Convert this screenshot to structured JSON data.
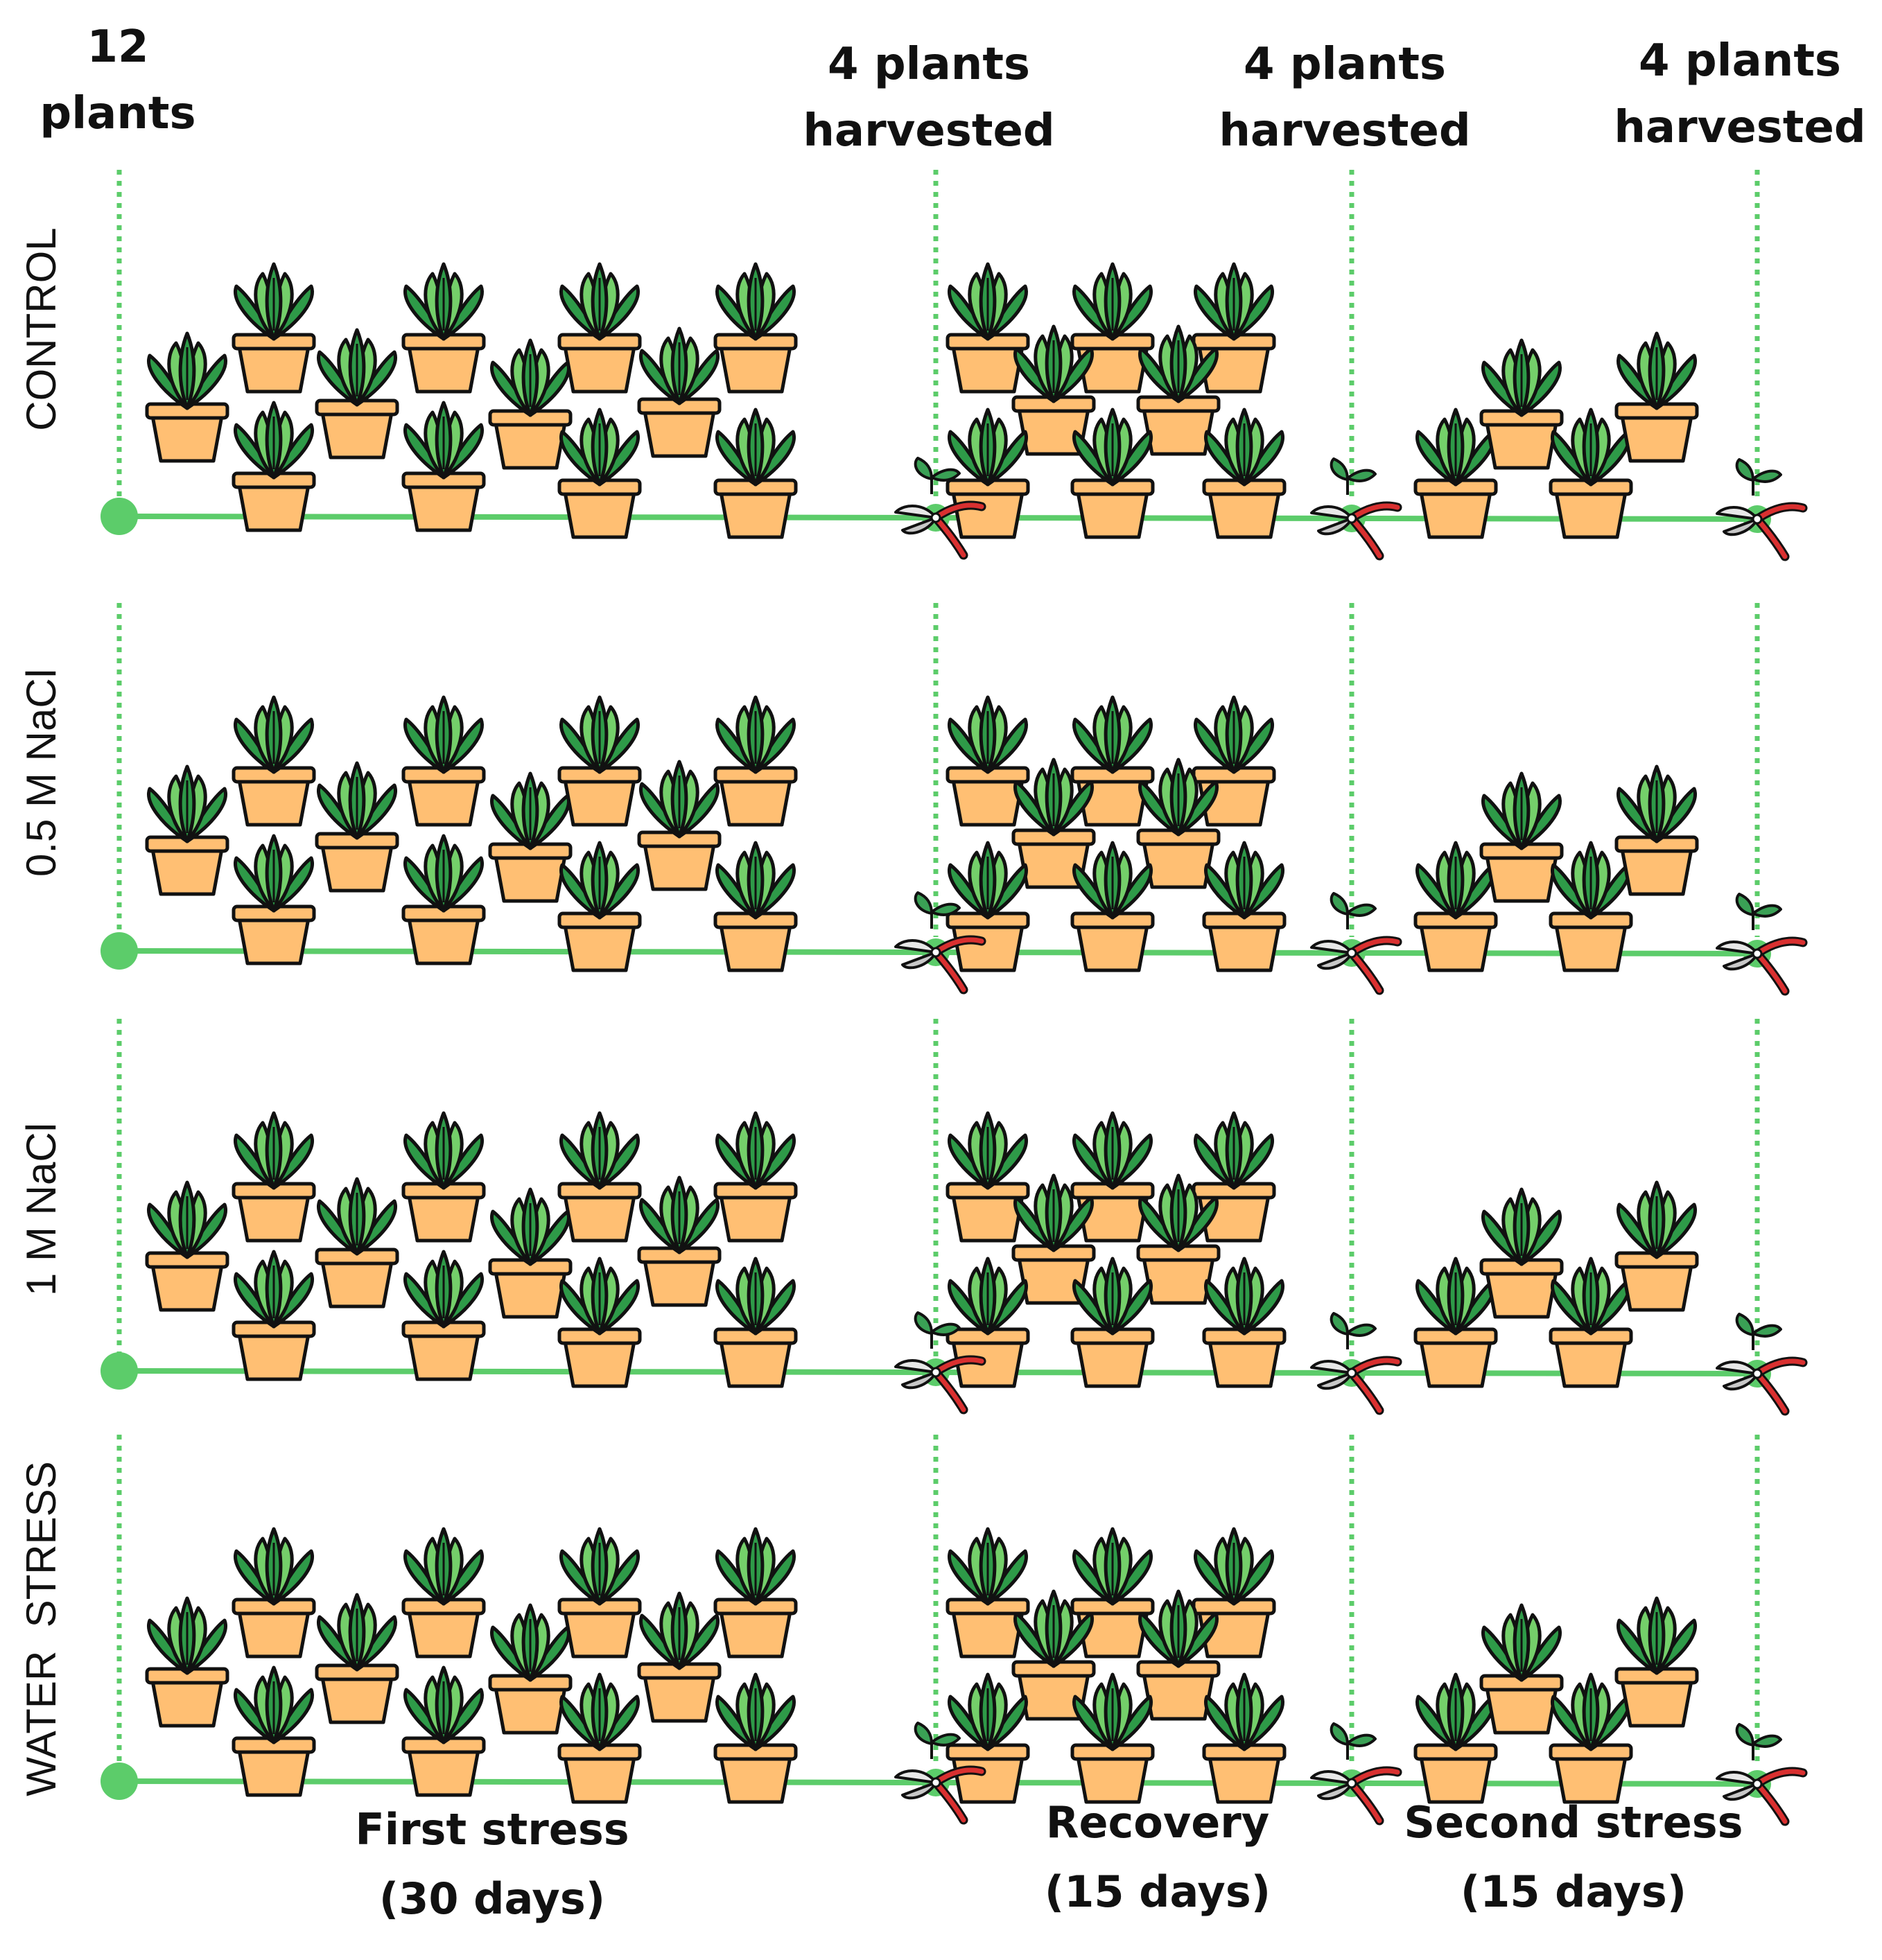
{
  "colors": {
    "timeline": "#5ccc6a",
    "leaf_dark": "#2e9a48",
    "leaf_light": "#74cf6a",
    "pot": "#ffbf73",
    "outline": "#111111",
    "blade": "#e8e8e8",
    "handle": "#d93030",
    "sprout": "#3aa055"
  },
  "header": {
    "start": {
      "line1": "12",
      "line2": "plants"
    },
    "harvest": [
      {
        "line1": "4 plants",
        "line2": "harvested"
      },
      {
        "line1": "4 plants",
        "line2": "harvested"
      },
      {
        "line1": "4 plants",
        "line2": "harvested"
      }
    ]
  },
  "rows": [
    {
      "label": "CONTROL"
    },
    {
      "label": "0.5 M NaCl"
    },
    {
      "label": "1 M NaCl"
    },
    {
      "label": "WATER  STRESS"
    }
  ],
  "phases": [
    {
      "name": "First stress",
      "duration": "(30 days)",
      "plants": 12
    },
    {
      "name": "Recovery",
      "duration": "(15 days)",
      "plants": 8
    },
    {
      "name": "Second stress",
      "duration": "(15 days)",
      "plants": 4
    }
  ],
  "icons": {
    "plant": "potted-plant-icon",
    "harvest": "pruning-shears-icon",
    "start": "start-dot-icon"
  }
}
